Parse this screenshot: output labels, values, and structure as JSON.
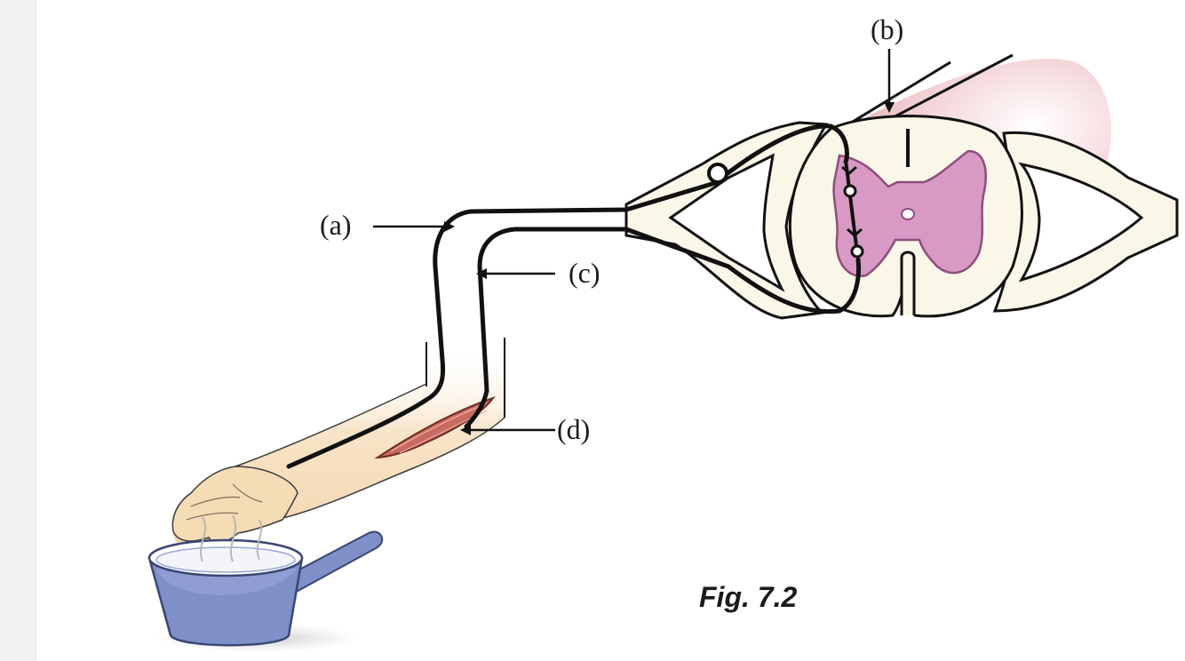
{
  "labels": {
    "a": "(a)",
    "b": "(b)",
    "c": "(c)",
    "d": "(d)"
  },
  "caption": "Fig. 7.2",
  "colors": {
    "skin": "#f6dcb5",
    "gray_matter": "#d89ac4",
    "cord_white_matter": "#fbf7e8",
    "muscle": "#c96a5e",
    "pan": "#7f8fc8",
    "nerve": "#111111",
    "vertebra_shadow": "#f1ccd0"
  }
}
